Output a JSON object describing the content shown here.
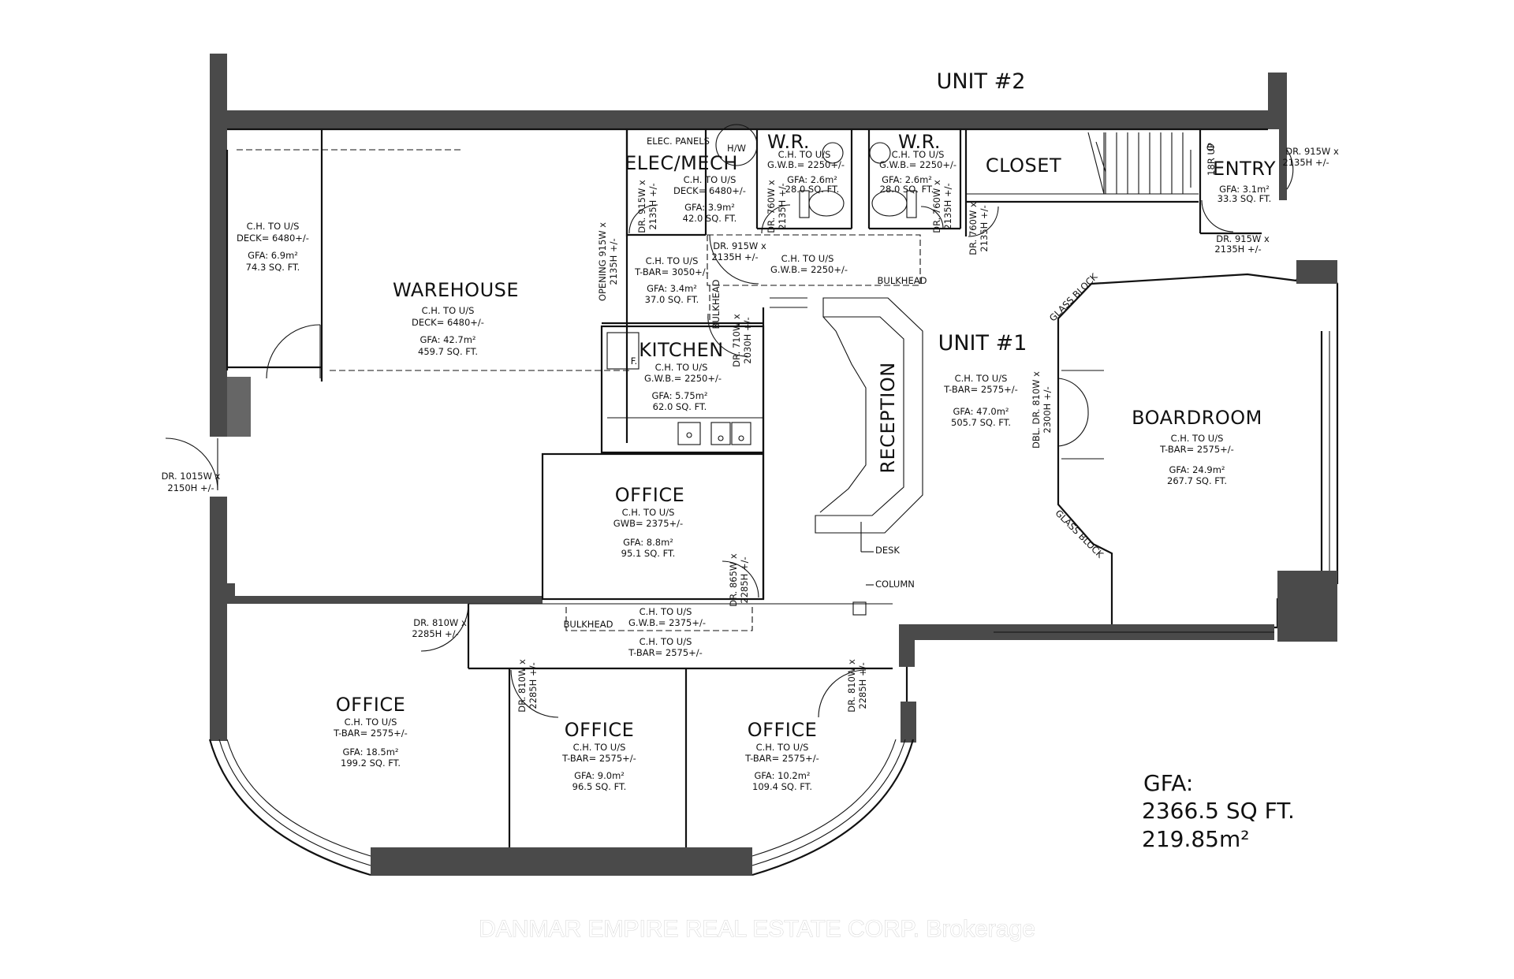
{
  "units": {
    "unit2": "UNIT #2",
    "unit1": "UNIT #1"
  },
  "rooms": {
    "warehouse": {
      "name": "WAREHOUSE",
      "ch": "C.H. TO U/S",
      "ceiling": "DECK= 6480+/-",
      "gfa_m": "GFA: 42.7m²",
      "gfa_ft": "459.7 SQ. FT."
    },
    "storage": {
      "ch": "C.H. TO U/S",
      "ceiling": "DECK= 6480+/-",
      "gfa_m": "GFA: 6.9m²",
      "gfa_ft": "74.3 SQ. FT."
    },
    "elec": {
      "name": "ELEC/MECH",
      "panels": "ELEC. PANELS",
      "hw": "H/W",
      "ch": "C.H. TO U/S",
      "ceiling": "DECK= 6480+/-",
      "gfa_m": "GFA: 3.9m²",
      "gfa_ft": "42.0 SQ. FT."
    },
    "wr1": {
      "name": "W.R.",
      "ch": "C.H. TO U/S",
      "ceiling": "G.W.B.= 2250+/-",
      "gfa_m": "GFA: 2.6m²",
      "gfa_ft": "28.0 SQ. FT."
    },
    "wr2": {
      "name": "W.R.",
      "ch": "C.H. TO U/S",
      "ceiling": "G.W.B.= 2250+/-",
      "gfa_m": "GFA: 2.6m²",
      "gfa_ft": "28.0 SQ. FT."
    },
    "closet": {
      "name": "CLOSET"
    },
    "entry": {
      "name": "ENTRY",
      "gfa_m": "GFA: 3.1m²",
      "gfa_ft": "33.3 SQ. FT.",
      "stair": "18R UP"
    },
    "hall_upper": {
      "ch": "C.H. TO U/S",
      "ceiling": "G.W.B.= 2250+/-",
      "bulkhead": "BULKHEAD"
    },
    "hall_small": {
      "ch": "C.H. TO U/S",
      "ceiling": "T-BAR= 3050+/-",
      "gfa_m": "GFA: 3.4m²",
      "gfa_ft": "37.0 SQ. FT.",
      "bulkhead": "BULKHEAD"
    },
    "kitchen": {
      "name": "KITCHEN",
      "fridge": "F.",
      "ch": "C.H. TO U/S",
      "ceiling": "G.W.B.= 2250+/-",
      "gfa_m": "GFA: 5.75m²",
      "gfa_ft": "62.0 SQ. FT."
    },
    "office_mid": {
      "name": "OFFICE",
      "ch": "C.H. TO U/S",
      "ceiling": "GWB= 2375+/-",
      "gfa_m": "GFA: 8.8m²",
      "gfa_ft": "95.1 SQ. FT."
    },
    "reception": {
      "name": "RECEPTION",
      "desk": "DESK",
      "column": "COLUMN"
    },
    "unit1": {
      "ch": "C.H. TO U/S",
      "ceiling": "T-BAR= 2575+/-",
      "gfa_m": "GFA: 47.0m²",
      "gfa_ft": "505.7 SQ. FT."
    },
    "boardroom": {
      "name": "BOARDROOM",
      "ch": "C.H. TO U/S",
      "ceiling": "T-BAR= 2575+/-",
      "gfa_m": "GFA: 24.9m²",
      "gfa_ft": "267.7 SQ. FT.",
      "glass1": "GLASS BLOCK",
      "glass2": "GLASS BLOCK"
    },
    "corridor": {
      "ch1": "C.H. TO U/S",
      "ceiling1": "G.W.B.= 2375+/-",
      "ch2": "C.H. TO U/S",
      "ceiling2": "T-BAR= 2575+/-",
      "bulkhead": "BULKHEAD"
    },
    "office_left": {
      "name": "OFFICE",
      "ch": "C.H. TO U/S",
      "ceiling": "T-BAR= 2575+/-",
      "gfa_m": "GFA: 18.5m²",
      "gfa_ft": "199.2 SQ. FT."
    },
    "office_center": {
      "name": "OFFICE",
      "ch": "C.H. TO U/S",
      "ceiling": "T-BAR= 2575+/-",
      "gfa_m": "GFA: 9.0m²",
      "gfa_ft": "96.5 SQ. FT."
    },
    "office_right": {
      "name": "OFFICE",
      "ch": "C.H. TO U/S",
      "ceiling": "T-BAR= 2575+/-",
      "gfa_m": "GFA: 10.2m²",
      "gfa_ft": "109.4 SQ. FT."
    }
  },
  "doors": {
    "d_main": {
      "w": "DR. 1015W x",
      "h": "2150H +/-"
    },
    "d_elec": {
      "w": "DR. 915W x",
      "h": "2135H +/-"
    },
    "d_wr1": {
      "w": "DR. 760W x",
      "h": "2135H +/-"
    },
    "d_wr2": {
      "w": "DR. 760W x",
      "h": "2135H +/-"
    },
    "d_closet": {
      "w": "DR. 760W x",
      "h": "2135H +/-"
    },
    "d_hall": {
      "w": "DR. 915W x",
      "h": "2135H +/-"
    },
    "d_open": {
      "w": "OPENING 915W x",
      "h": "2135H +/-"
    },
    "d_kitchen": {
      "w": "DR. 710W x",
      "h": "2030H +/-"
    },
    "d_entry_out": {
      "w": "DR. 915W x",
      "h": "2135H +/-"
    },
    "d_entry_in": {
      "w": "DR. 915W x",
      "h": "2135H +/-"
    },
    "d_board": {
      "w": "DBL. DR. 810W x",
      "h": "2300H +/-"
    },
    "d_office_mid": {
      "w": "DR. 865W x",
      "h": "2285H +/-"
    },
    "d_office_left": {
      "w": "DR. 810W x",
      "h": "2285H +/-"
    },
    "d_office_center": {
      "w": "DR. 810W x",
      "h": "2285H +/-"
    },
    "d_office_right": {
      "w": "DR. 810W x",
      "h": "2285H +/-"
    }
  },
  "totals": {
    "heading": "GFA:",
    "sqft": "2366.5 SQ FT.",
    "sqm": "219.85m²"
  },
  "watermark": "DANMAR EMPIRE REAL ESTATE CORP. Brokerage"
}
